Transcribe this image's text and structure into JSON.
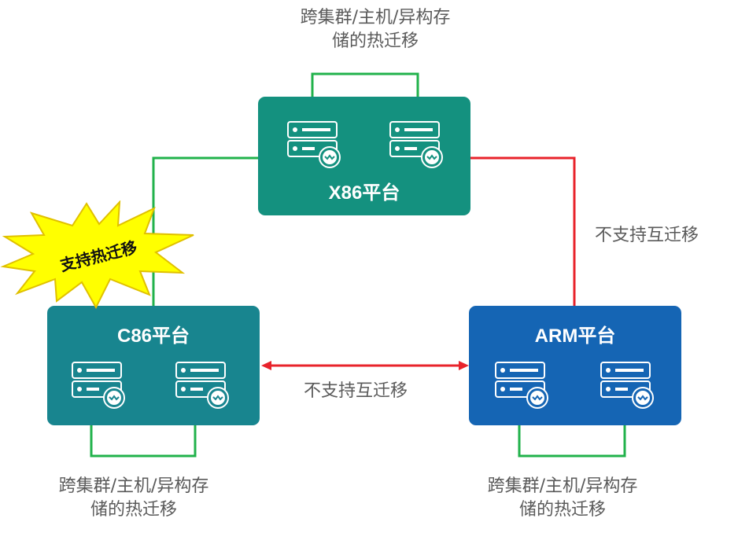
{
  "colors": {
    "x86": "#14917f",
    "c86": "#18858f",
    "arm": "#1565b4",
    "supported_link": "#21b24b",
    "unsupported_link": "#e8232b",
    "burst_fill": "#ffff00",
    "burst_stroke": "#e0c000"
  },
  "captions": {
    "top": {
      "line1": "跨集群/主机/异构存",
      "line2": "储的热迁移"
    },
    "bottom_left": {
      "line1": "跨集群/主机/异构存",
      "line2": "储的热迁移"
    },
    "bottom_right": {
      "line1": "跨集群/主机/异构存",
      "line2": "储的热迁移"
    }
  },
  "platforms": {
    "x86": {
      "title": "X86平台"
    },
    "c86": {
      "title": "C86平台"
    },
    "arm": {
      "title": "ARM平台"
    }
  },
  "links": {
    "x86_arm_label": "不支持互迁移",
    "c86_arm_label": "不支持互迁移",
    "x86_c86_label": "支持热迁移"
  },
  "icons": {
    "server": "server-icon",
    "migrate": "migration-icon"
  }
}
